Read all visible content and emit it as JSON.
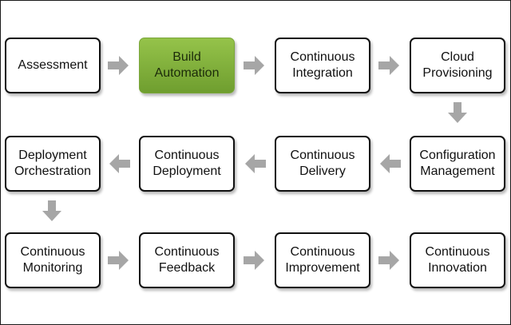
{
  "colors": {
    "box_border": "#111111",
    "highlight_fill": "#7fae38",
    "arrow": "#a6a6a6"
  },
  "steps": [
    {
      "label": "Assessment"
    },
    {
      "label": "Build\nAutomation",
      "highlighted": true
    },
    {
      "label": "Continuous\nIntegration"
    },
    {
      "label": "Cloud\nProvisioning"
    },
    {
      "label": "Configuration\nManagement"
    },
    {
      "label": "Continuous\nDelivery"
    },
    {
      "label": "Continuous\nDeployment"
    },
    {
      "label": "Deployment\nOrchestration"
    },
    {
      "label": "Continuous\nMonitoring"
    },
    {
      "label": "Continuous\nFeedback"
    },
    {
      "label": "Continuous\nImprovement"
    },
    {
      "label": "Continuous\nInnovation"
    }
  ],
  "flow": [
    {
      "from": 0,
      "to": 1,
      "direction": "right"
    },
    {
      "from": 1,
      "to": 2,
      "direction": "right"
    },
    {
      "from": 2,
      "to": 3,
      "direction": "right"
    },
    {
      "from": 3,
      "to": 4,
      "direction": "down"
    },
    {
      "from": 4,
      "to": 5,
      "direction": "left"
    },
    {
      "from": 5,
      "to": 6,
      "direction": "left"
    },
    {
      "from": 6,
      "to": 7,
      "direction": "left"
    },
    {
      "from": 7,
      "to": 8,
      "direction": "down"
    },
    {
      "from": 8,
      "to": 9,
      "direction": "right"
    },
    {
      "from": 9,
      "to": 10,
      "direction": "right"
    },
    {
      "from": 10,
      "to": 11,
      "direction": "right"
    }
  ]
}
